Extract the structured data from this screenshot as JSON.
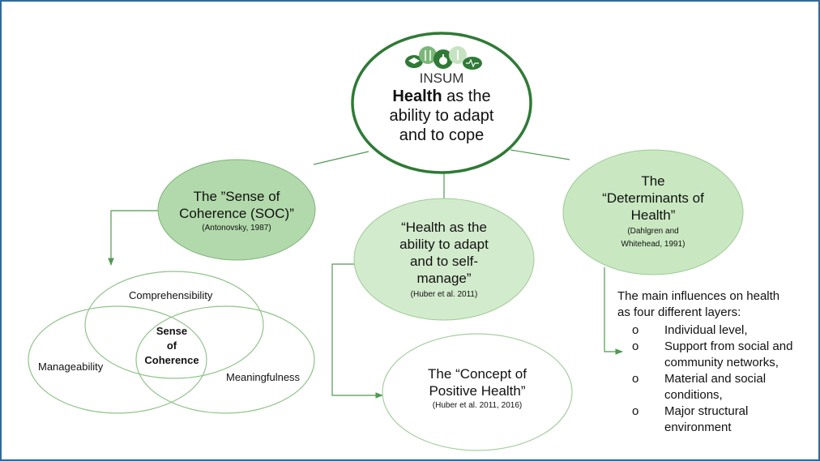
{
  "palette": {
    "border": "#2e6b9e",
    "ring": "#2f7a36",
    "line": "#4f9a52",
    "soc_fill": "#b2d9ab",
    "det_fill": "#c9e8c1",
    "health_fill": "#d3ebcd",
    "light_fill": "#ffffff"
  },
  "logo": {
    "icons": [
      "graduation-cap-icon",
      "fork-knife-icon",
      "apple-icon",
      "medical-icon",
      "heartbeat-icon"
    ],
    "label": "INSUM"
  },
  "center": {
    "bold": "Health",
    "line1_rest": " as the",
    "line2": "ability to adapt",
    "line3": "and to cope"
  },
  "soc": {
    "line1": "The ”Sense of",
    "line2": "Coherence (SOC)”",
    "cite": "(Antonovsky, 1987)"
  },
  "adapt": {
    "line1": "“Health as the",
    "line2": "ability to adapt",
    "line3": "and to self-",
    "line4": "manage”",
    "cite": "(Huber et al. 2011)"
  },
  "determinants": {
    "line1": "The",
    "line2": "“Determinants of",
    "line3": "Health”",
    "cite1": "(Dahlgren and",
    "cite2": "Whitehead, 1991)"
  },
  "positive": {
    "line1": "The “Concept of",
    "line2": "Positive Health”",
    "cite": "(Huber et al. 2011, 2016)"
  },
  "venn": {
    "top": "Comprehensibility",
    "left": "Manageability",
    "right": "Meaningfulness",
    "center1": "Sense",
    "center2": "of",
    "center3": "Coherence"
  },
  "layers": {
    "intro1": "The main influences on health",
    "intro2": "as four different layers:",
    "items": [
      [
        "Individual level,"
      ],
      [
        "Support from social and",
        "community networks,"
      ],
      [
        "Material and social",
        "conditions,"
      ],
      [
        "Major structural",
        "environment"
      ]
    ]
  }
}
